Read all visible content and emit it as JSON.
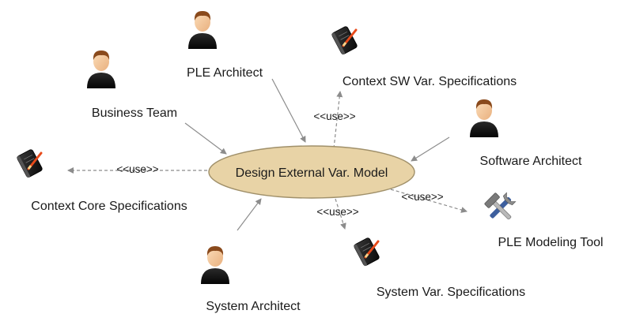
{
  "center": {
    "label": "Design External Var. Model",
    "fill": "#e8d3a6",
    "stroke": "#a0906a"
  },
  "actors": {
    "ple_architect": "PLE Architect",
    "business_team": "Business Team",
    "software_architect": "Software Architect",
    "system_architect": "System Architect"
  },
  "artifacts": {
    "context_sw": "Context SW Var. Specifications",
    "context_core": "Context Core Specifications",
    "system_var": "System Var. Specifications"
  },
  "tool": {
    "label": "PLE Modeling Tool"
  },
  "relations": {
    "use": "<<use>>"
  },
  "colors": {
    "hair": "#8a4a1c",
    "skin": "#f6c99a",
    "body": "#111111",
    "line": "#8c8c8c",
    "book": "#1c1c1c",
    "pen": "#e84a1a"
  },
  "icons": {
    "actor": "person-icon",
    "artifact": "notebook-pen-icon",
    "tool": "wrench-hammer-icon"
  }
}
